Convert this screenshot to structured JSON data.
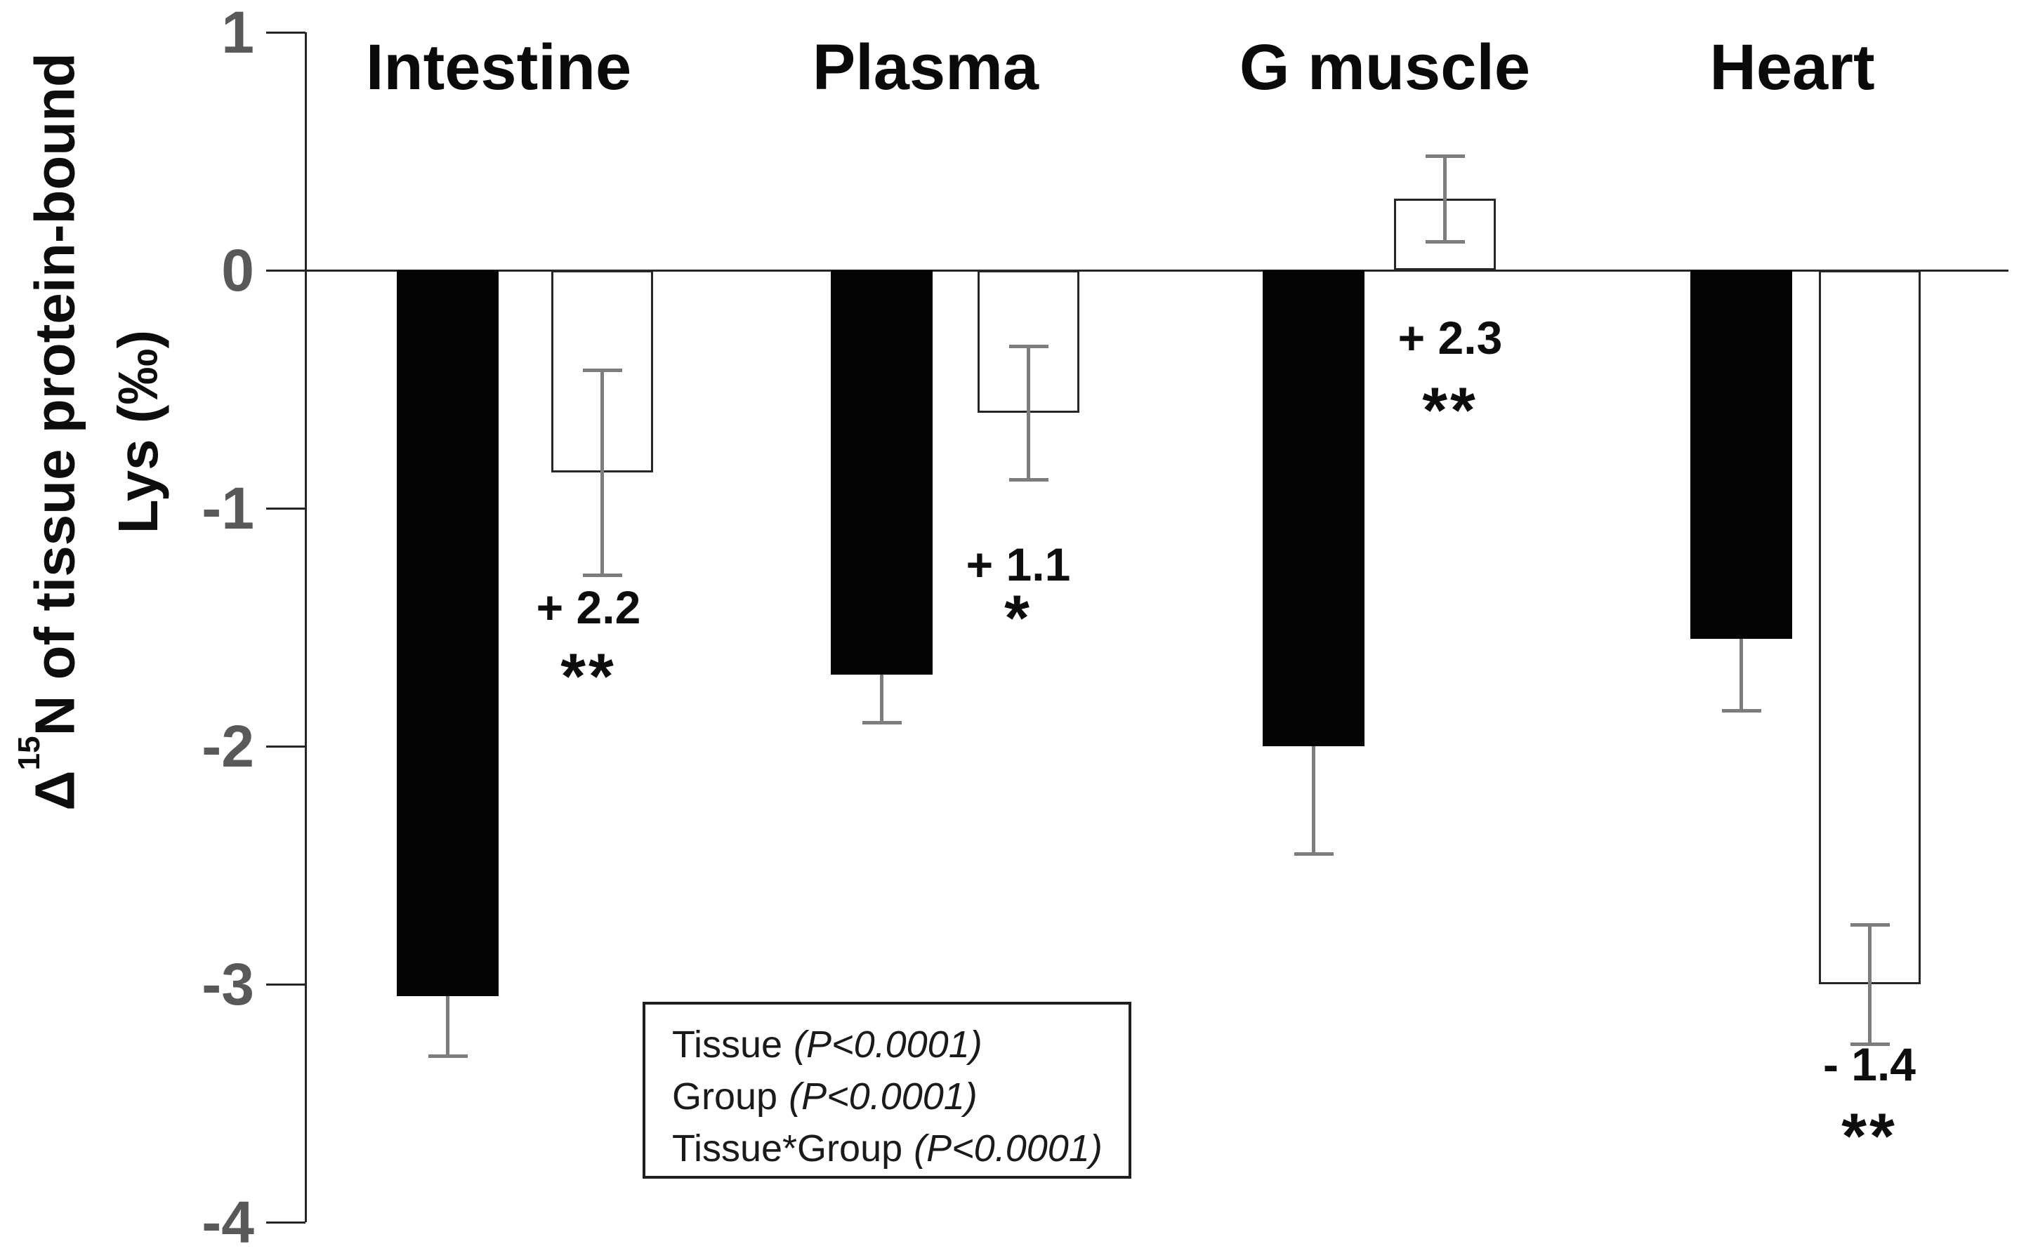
{
  "chart_data": {
    "type": "bar",
    "title": "",
    "ylabel": {
      "delta": "Δ",
      "sup": "15",
      "rest": "N of tissue protein-bound",
      "line2": "Lys (‰)"
    },
    "categories": [
      "Intestine",
      "Plasma",
      "G muscle",
      "Heart"
    ],
    "series": [
      {
        "name": "black",
        "fill": "#040404",
        "values": [
          -3.05,
          -1.7,
          -2.0,
          -1.55
        ],
        "errors": [
          0.25,
          0.2,
          0.45,
          0.3
        ]
      },
      {
        "name": "white",
        "fill": "#ffffff",
        "values": [
          -0.85,
          -0.6,
          0.3,
          -3.0
        ],
        "errors": [
          0.43,
          0.28,
          0.18,
          0.25
        ]
      }
    ],
    "annotations": [
      {
        "value": "+ 2.2",
        "sig": "**"
      },
      {
        "value": "+ 1.1",
        "sig": "*"
      },
      {
        "value": "+ 2.3",
        "sig": "**"
      },
      {
        "value": "- 1.4",
        "sig": "**"
      }
    ],
    "yticks": [
      1,
      0,
      -1,
      -2,
      -3,
      -4
    ],
    "ylim": [
      1,
      -4
    ],
    "grid": false,
    "legend": "none",
    "stats_box": {
      "lines": [
        {
          "label": "Tissue",
          "p": "(P<0.0001)"
        },
        {
          "label": "Group",
          "p": "(P<0.0001)"
        },
        {
          "label": "Tissue*Group",
          "p": "(P<0.0001)"
        }
      ]
    },
    "colors": {
      "bar_black": "#040404",
      "bar_white": "#ffffff",
      "bar_white_border": "#262626",
      "axis": "#262626",
      "tick_label": "#595959",
      "error_bar": "#7d7d7d",
      "text": "#0d0d0d"
    }
  }
}
